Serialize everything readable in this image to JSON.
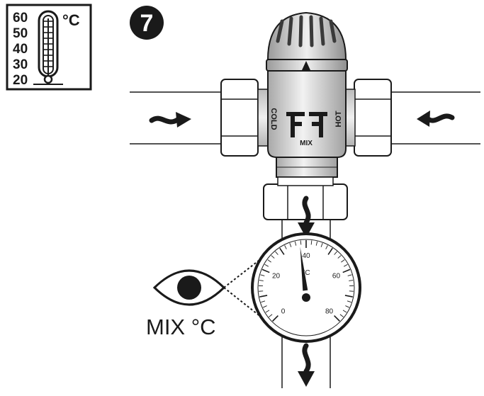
{
  "step": {
    "number": "7"
  },
  "scale_icon": {
    "ticks": [
      "60",
      "50",
      "40",
      "30",
      "20"
    ],
    "unit": "°C"
  },
  "valve": {
    "cold_label": "COLD",
    "hot_label": "HOT",
    "mix_label": "MIX"
  },
  "gauge": {
    "unit": "°C",
    "scale_labels": [
      "0",
      "20",
      "40",
      "60",
      "80"
    ],
    "reading": 38,
    "min": 0,
    "max": 80
  },
  "eye_caption": "MIX °C",
  "colors": {
    "stroke": "#1a1a1a",
    "body": "#d4d4d4",
    "cap": "#c8c8c8"
  }
}
